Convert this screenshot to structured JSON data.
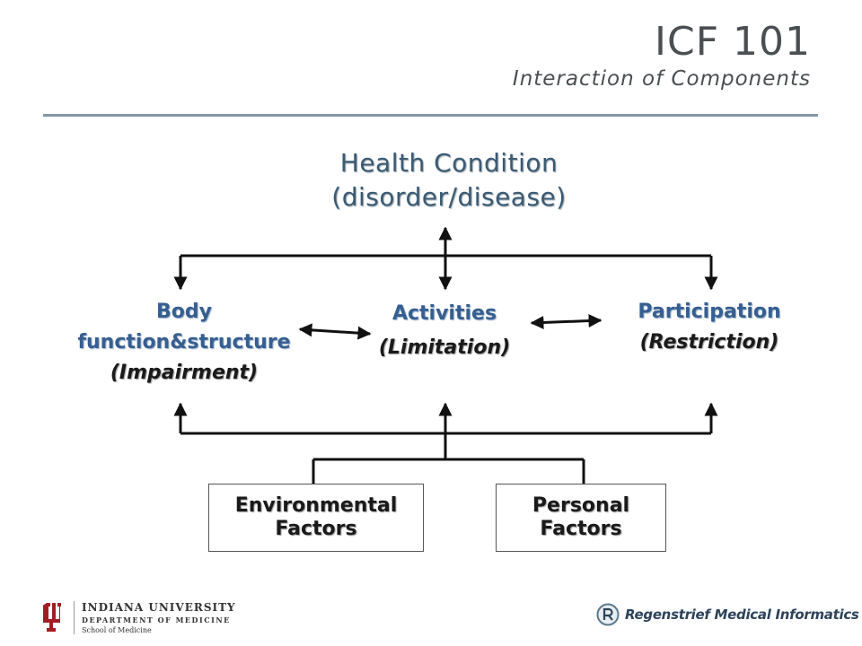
{
  "header": {
    "title": "ICF 101",
    "subtitle": "Interaction of Components"
  },
  "diagram": {
    "health_condition": {
      "line1": "Health Condition",
      "line2": "(disorder/disease)"
    },
    "body": {
      "line1": "Body",
      "line2": "function&structure",
      "line3": "(Impairment)"
    },
    "activities": {
      "line1": "Activities",
      "line2": "(Limitation)"
    },
    "participation": {
      "line1": "Participation",
      "line2": "(Restriction)"
    },
    "environmental": {
      "line1": "Environmental",
      "line2": "Factors"
    },
    "personal": {
      "line1": "Personal",
      "line2": "Factors"
    }
  },
  "footer": {
    "university": "INDIANA UNIVERSITY",
    "department": "DEPARTMENT OF MEDICINE",
    "school": "School of Medicine",
    "partner": "Regenstrief Medical Informatics"
  },
  "colors": {
    "title": "#4a4f52",
    "accent_blue": "#365f91",
    "rule": "#8496a4",
    "iu_crimson": "#9d1f24"
  }
}
